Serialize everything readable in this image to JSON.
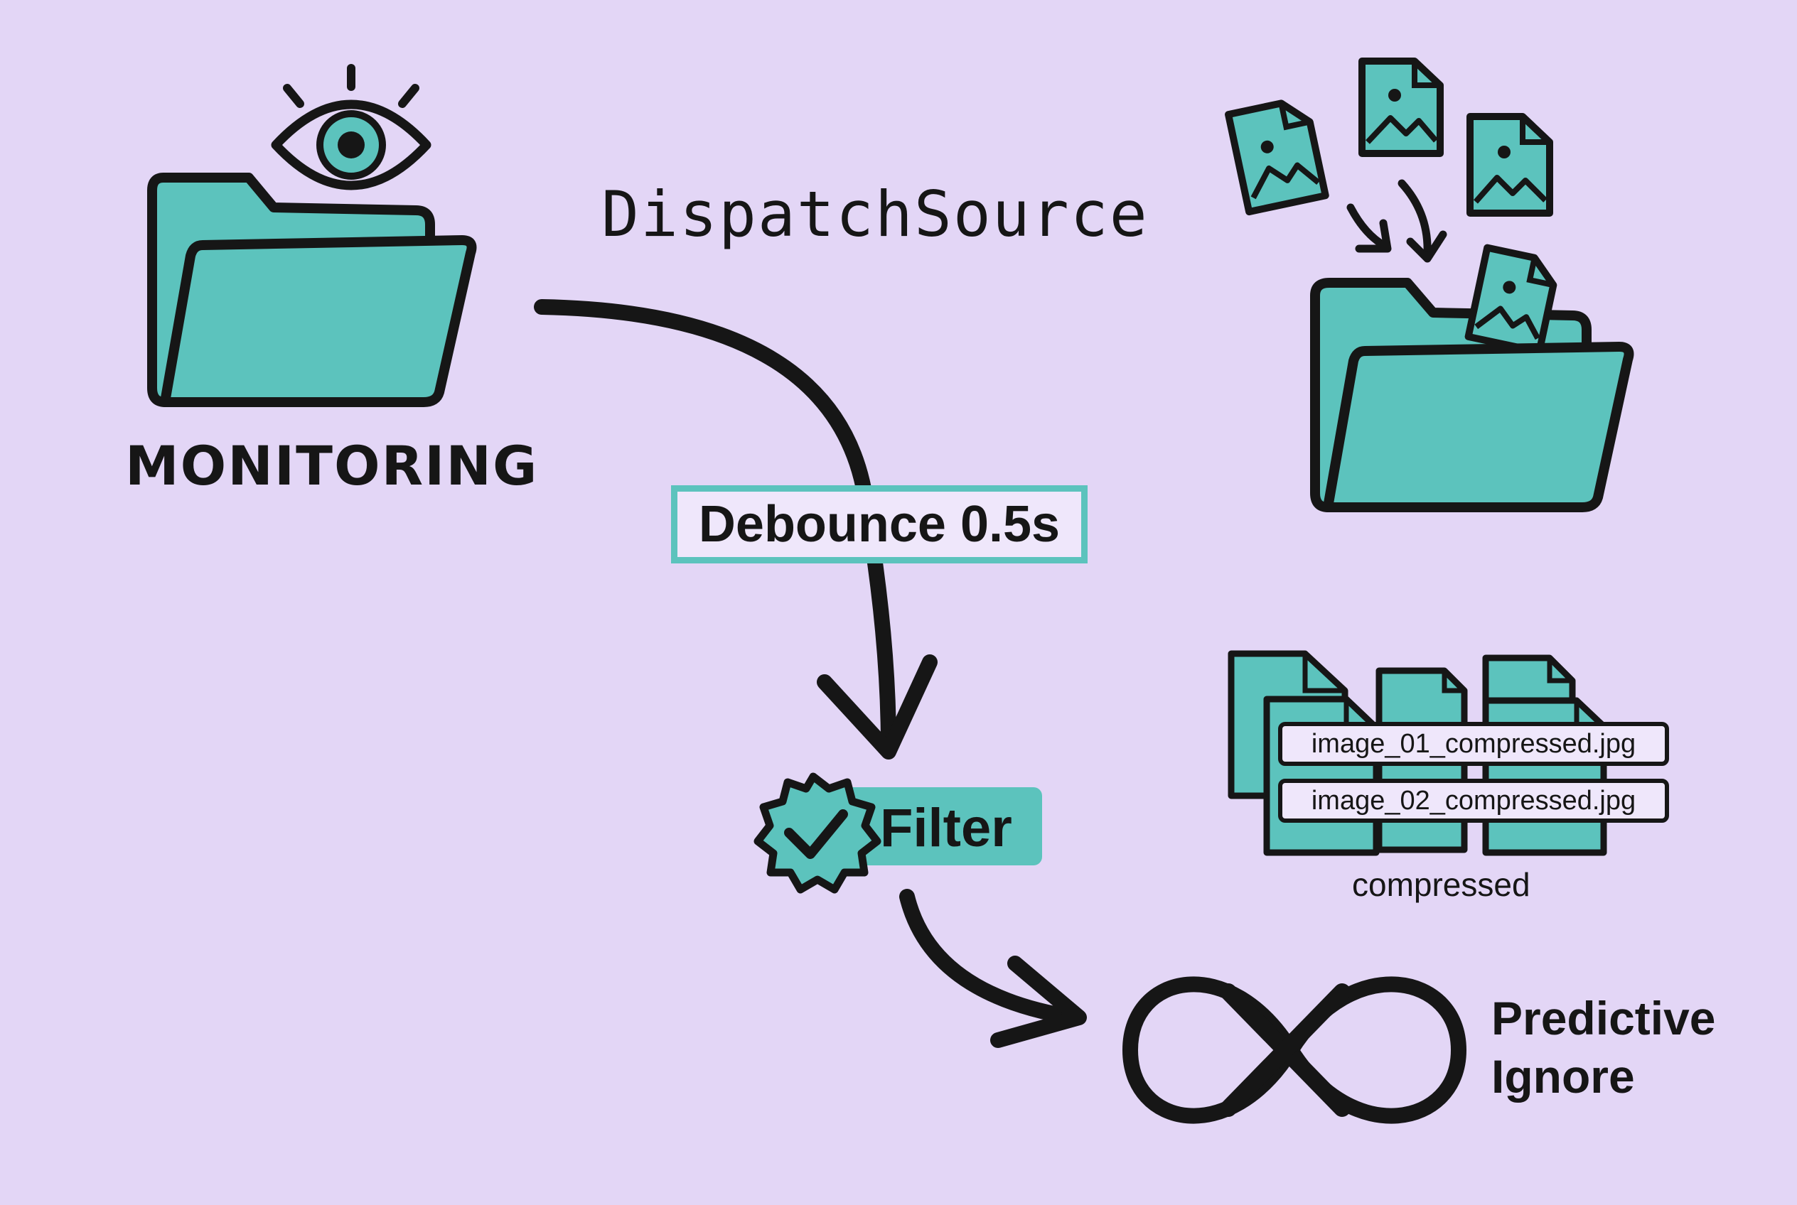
{
  "title": "DispatchSource",
  "monitoring_label": "MONITORING",
  "debounce_label": "Debounce 0.5s",
  "filter_label": "Filter",
  "files": [
    "image_01_compressed.jpg",
    "image_02_compressed.jpg"
  ],
  "compressed_label": "compressed",
  "predictive_line1": "Predictive",
  "predictive_line2": "Ignore",
  "icons": [
    "eye-icon",
    "folder-icon",
    "image-file-icon",
    "check-badge-icon",
    "infinity-icon",
    "arrow-icon"
  ],
  "colors": {
    "background": "#e3d6f6",
    "accent": "#5cc3bd",
    "ink": "#161616"
  }
}
